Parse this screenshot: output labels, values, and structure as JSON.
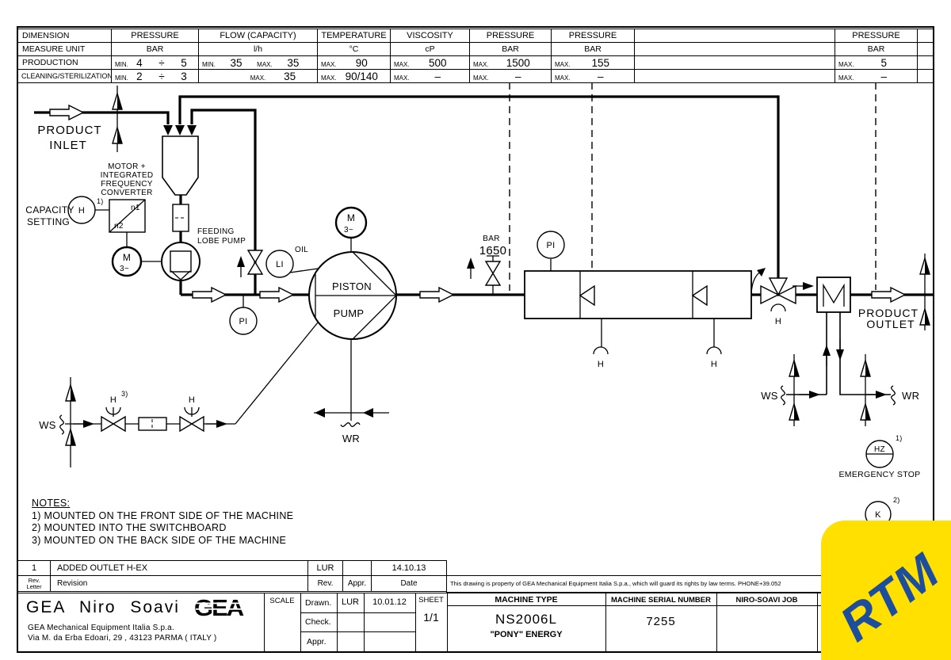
{
  "colors": {
    "ink": "#000000",
    "paper": "#ffffff",
    "rtm_bg": "#FFE000",
    "rtm_fg": "#1D4E9E"
  },
  "spec_table": {
    "dimension_label": "DIMENSION",
    "measure_unit_label": "MEASURE UNIT",
    "production_label": "PRODUCTION",
    "cleaning_label": "CLEANING/STERILIZATION",
    "min": "MIN.",
    "max": "MAX.",
    "div": "÷",
    "pressure_header": "PRESSURE",
    "bar_unit": "BAR",
    "flow_header": "FLOW (CAPACITY)",
    "flow_unit": "l/h",
    "temp_header": "TEMPERATURE",
    "temp_unit": "°C",
    "visc_header": "VISCOSITY",
    "visc_unit": "cP",
    "p_suction": {
      "prod_min": "4",
      "prod_max": "5",
      "cln_min": "2",
      "cln_max": "3"
    },
    "flow": {
      "prod_min": "35",
      "prod_max": "35",
      "cln_max": "35"
    },
    "temp": {
      "prod_max": "90",
      "cln_max": "90/140"
    },
    "visc": {
      "prod_max": "500",
      "cln_max": "–"
    },
    "p_hom1": {
      "prod_max": "1500",
      "cln_max": "–"
    },
    "p_hom2": {
      "prod_max": "155",
      "cln_max": "–"
    },
    "p_outlet": {
      "prod_max": "5",
      "cln_max": "–"
    }
  },
  "labels": {
    "product_inlet_l1": "PRODUCT",
    "product_inlet_l2": "INLET",
    "capacity_l1": "CAPACITY",
    "capacity_l2": "SETTING",
    "motor_conv_l1": "MOTOR +",
    "motor_conv_l2": "INTEGRATED",
    "motor_conv_l3": "FREQUENCY",
    "motor_conv_l4": "CONVERTER",
    "n1": "n1",
    "n2": "n2",
    "h": "H",
    "m": "M",
    "three_phase": "3~",
    "sup1": "1)",
    "sup2": "2)",
    "sup3": "3)",
    "feeding_l1": "FEEDING",
    "feeding_l2": "LOBE PUMP",
    "oil": "OIL",
    "li": "LI",
    "pi": "PI",
    "piston": "PISTON",
    "pump": "PUMP",
    "bar_unit": "BAR",
    "bar_value": "1650",
    "ws": "WS",
    "wr": "WR",
    "product_outlet_l1": "PRODUCT",
    "product_outlet_l2": "OUTLET",
    "hz": "HZ",
    "k": "K",
    "emergency_stop": "EMERGENCY STOP"
  },
  "notes": {
    "title": "NOTES:",
    "n1": "1) MOUNTED ON THE FRONT SIDE OF THE MACHINE",
    "n2": "2) MOUNTED INTO THE SWITCHBOARD",
    "n3": "3) MOUNTED ON THE BACK SIDE OF THE MACHINE"
  },
  "revision": {
    "number": "1",
    "description": "ADDED OUTLET H-EX",
    "by": "LUR",
    "approved": "",
    "date": "14.10.13",
    "col_rev_letter_l1": "Rev.",
    "col_rev_letter_l2": "Letter",
    "col_revision": "Revision",
    "col_rev": "Rev.",
    "col_appr": "Appr.",
    "col_date": "Date"
  },
  "disclaimer": "This drawing is property of GEA Mechanical Equipment Italia S.p.a., which will guard its rights by law terms. PHONE+39.052",
  "title_block": {
    "company": "GEA Niro Soavi",
    "logo_text": "GEA",
    "address_l1": "GEA Mechanical Equipment Italia S.p.a.",
    "address_l2": "Via M. da Erba Edoari, 29 , 43123 PARMA ( ITALY )",
    "scale_label": "SCALE",
    "drawn_label": "Drawn.",
    "drawn_by": "LUR",
    "drawn_date": "10.01.12",
    "check_label": "Check.",
    "appr_label": "Appr.",
    "sheet_label": "SHEET",
    "sheet": "1/1",
    "machine_type_label": "MACHINE TYPE",
    "machine_type": "NS2006L",
    "machine_name": "\"PONY\" ENERGY",
    "serial_label": "MACHINE SERIAL NUMBER",
    "serial": "7255",
    "job_label": "NIRO-SOAVI JOB"
  },
  "watermark": {
    "text": "RTM",
    "bg": "#FFE000",
    "fg": "#1D4E9E"
  }
}
